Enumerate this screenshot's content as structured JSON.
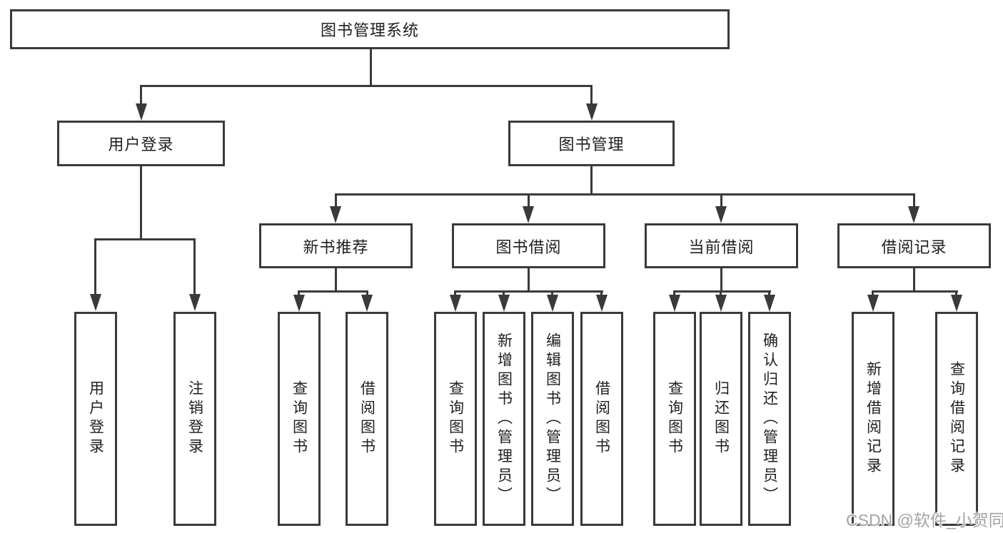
{
  "tree": {
    "label": "图书管理系统",
    "children": [
      {
        "label": "用户登录",
        "children": [
          {
            "label": "用户登录"
          },
          {
            "label": "注销登录"
          }
        ]
      },
      {
        "label": "图书管理",
        "children": [
          {
            "label": "新书推荐",
            "children": [
              {
                "label": "查询图书"
              },
              {
                "label": "借阅图书"
              }
            ]
          },
          {
            "label": "图书借阅",
            "children": [
              {
                "label": "查询图书"
              },
              {
                "label": "新增图书（管理员）"
              },
              {
                "label": "编辑图书（管理员）"
              },
              {
                "label": "借阅图书"
              }
            ]
          },
          {
            "label": "当前借阅",
            "children": [
              {
                "label": "查询图书"
              },
              {
                "label": "归还图书"
              },
              {
                "label": "确认归还（管理员）"
              }
            ]
          },
          {
            "label": "借阅记录",
            "children": [
              {
                "label": "新增借阅记录"
              },
              {
                "label": "查询借阅记录"
              }
            ]
          }
        ]
      }
    ]
  },
  "watermark": "CSDN @软件_小贺同学",
  "colors": {
    "line": "#3a3a3a",
    "text": "#1f1f1f",
    "background": "#ffffff",
    "watermark": "#a3a3a3"
  }
}
